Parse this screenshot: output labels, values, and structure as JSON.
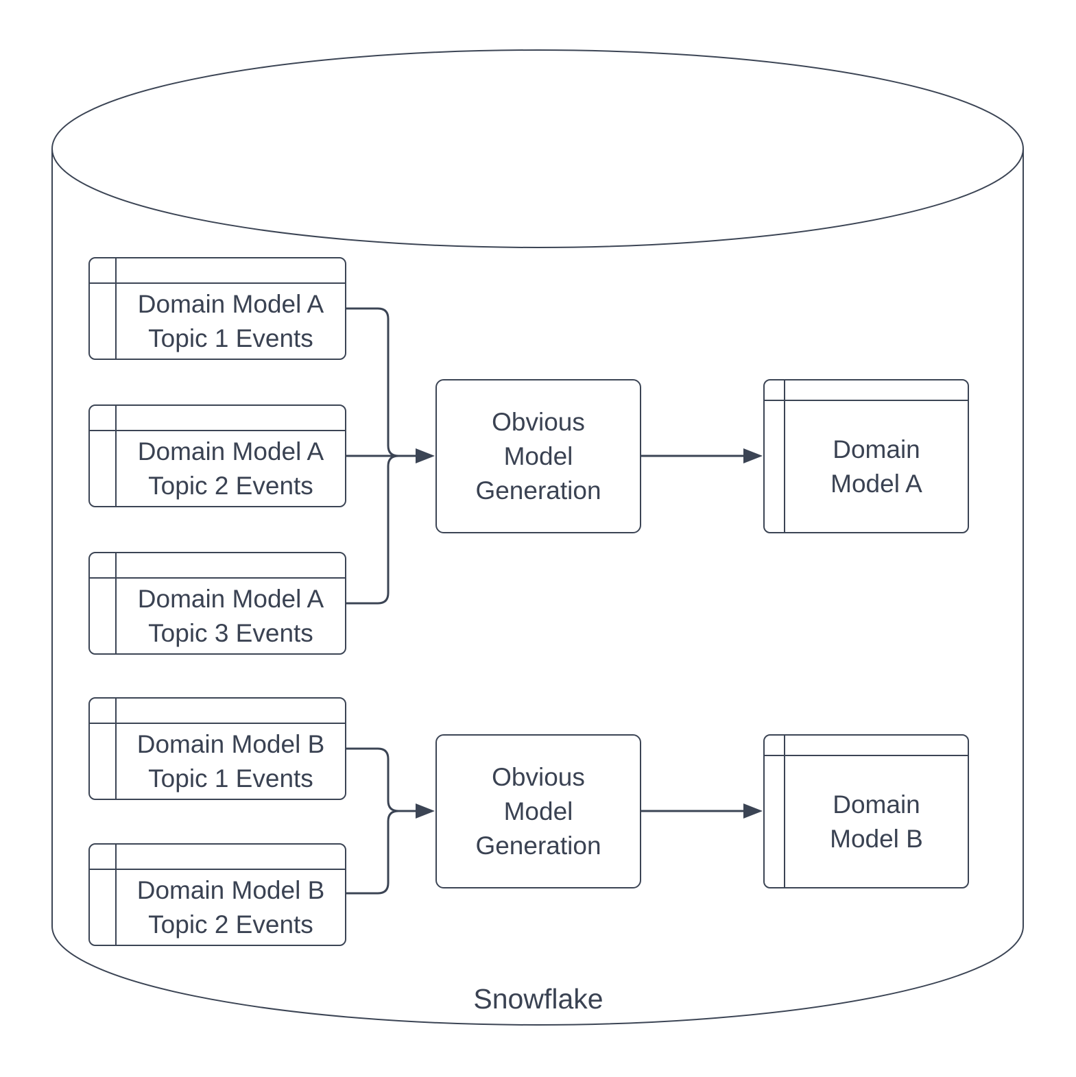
{
  "diagram": {
    "type": "architecture-flow",
    "container": {
      "shape": "cylinder",
      "label": "Snowflake"
    },
    "colors": {
      "stroke": "#3b4454",
      "text": "#3a4252",
      "background": "#ffffff"
    },
    "nodes": {
      "topic_a1": {
        "shape": "table",
        "lines": [
          "Domain Model A",
          "Topic 1 Events"
        ]
      },
      "topic_a2": {
        "shape": "table",
        "lines": [
          "Domain Model A",
          "Topic 2 Events"
        ]
      },
      "topic_a3": {
        "shape": "table",
        "lines": [
          "Domain Model A",
          "Topic 3 Events"
        ]
      },
      "topic_b1": {
        "shape": "table",
        "lines": [
          "Domain Model B",
          "Topic 1 Events"
        ]
      },
      "topic_b2": {
        "shape": "table",
        "lines": [
          "Domain Model B",
          "Topic 2 Events"
        ]
      },
      "gen_a": {
        "shape": "process",
        "lines": [
          "Obvious",
          "Model",
          "Generation"
        ]
      },
      "gen_b": {
        "shape": "process",
        "lines": [
          "Obvious",
          "Model",
          "Generation"
        ]
      },
      "model_a": {
        "shape": "table",
        "lines": [
          "Domain",
          "Model A"
        ]
      },
      "model_b": {
        "shape": "table",
        "lines": [
          "Domain",
          "Model B"
        ]
      }
    },
    "edges": [
      {
        "from": "topic_a1",
        "to": "gen_a"
      },
      {
        "from": "topic_a2",
        "to": "gen_a"
      },
      {
        "from": "topic_a3",
        "to": "gen_a"
      },
      {
        "from": "gen_a",
        "to": "model_a"
      },
      {
        "from": "topic_b1",
        "to": "gen_b"
      },
      {
        "from": "topic_b2",
        "to": "gen_b"
      },
      {
        "from": "gen_b",
        "to": "model_b"
      }
    ]
  }
}
